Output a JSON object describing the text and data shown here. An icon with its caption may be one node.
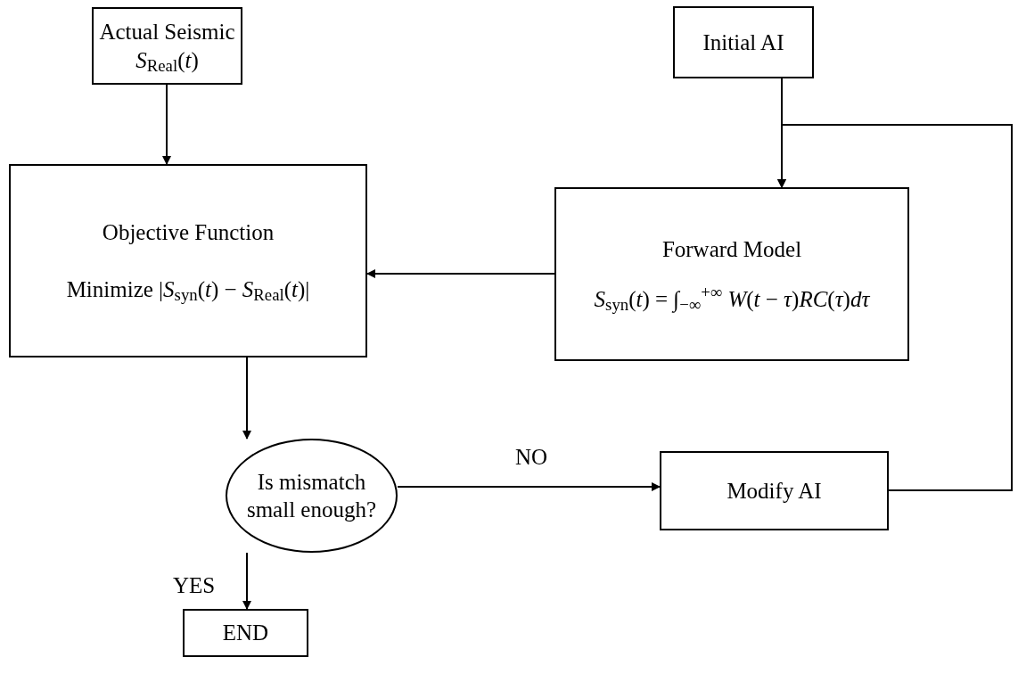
{
  "diagram": {
    "nodes": [
      {
        "text": [
          "Actual Seismic",
          "*S*$_{Real}$(*t*)"
        ]
      },
      {
        "text": [
          "Initial AI"
        ]
      },
      {
        "text": [
          "Objective Function",
          "Minimize |*S*$_{syn}$(*t*) − *S*$_{Real}$(*t*)|"
        ]
      },
      {
        "text": [
          "Forward Model",
          "*S*$_{syn}$(*t*) = ∫$_{−∞}$$^{+∞}$ *W*(*t* − *τ*)*RC*(*τ*)*dτ*"
        ]
      },
      {
        "text": [
          "Is mismatch small enough?"
        ]
      },
      {
        "text": [
          "Modify AI"
        ]
      },
      {
        "text": [
          "END"
        ]
      }
    ],
    "edges": [
      {
        "from": 0,
        "to": 2,
        "arrow": "to"
      },
      {
        "from": 1,
        "to": 3,
        "arrow": "to"
      },
      {
        "from": 5,
        "to": 3,
        "arrow": "to"
      },
      {
        "from": 3,
        "to": 2,
        "arrow": "to"
      },
      {
        "from": 2,
        "to": 4,
        "arrow": "to"
      },
      {
        "from": 4,
        "to": 5,
        "arrow": "to",
        "label": "NO"
      },
      {
        "from": 4,
        "to": 6,
        "arrow": "to",
        "label": "YES"
      }
    ]
  }
}
